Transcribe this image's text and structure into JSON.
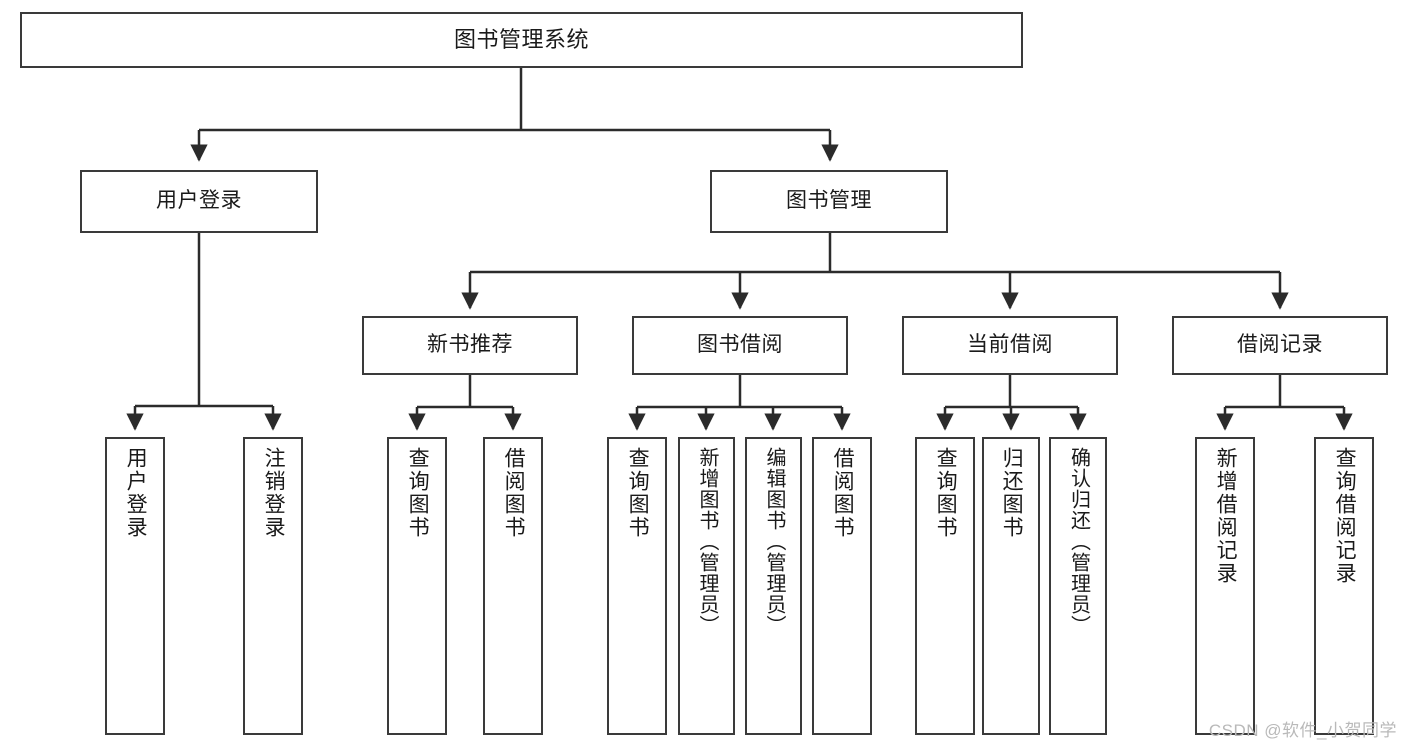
{
  "diagram": {
    "title": "图书管理系统",
    "type": "tree",
    "watermark": "CSDN @软件_小贺同学",
    "colors": {
      "box_border": "#3a3a3a",
      "box_fill": "#ffffff",
      "connector": "#2b2b2b",
      "text": "#1a1a1a",
      "watermark": "#b9b9b9"
    },
    "nodes": {
      "root": {
        "label": "图书管理系统",
        "level": 0
      },
      "user_login": {
        "label": "用户登录",
        "level": 1
      },
      "book_manage": {
        "label": "图书管理",
        "level": 1
      },
      "new_book_rec": {
        "label": "新书推荐",
        "level": 2
      },
      "book_borrow": {
        "label": "图书借阅",
        "level": 2
      },
      "current_borrow": {
        "label": "当前借阅",
        "level": 2
      },
      "borrow_record": {
        "label": "借阅记录",
        "level": 2
      },
      "leaf_user_login": {
        "label": "用户登录",
        "level": 3
      },
      "leaf_logout": {
        "label": "注销登录",
        "level": 3
      },
      "leaf_query_book_1": {
        "label": "查询图书",
        "level": 3
      },
      "leaf_borrow_book_1": {
        "label": "借阅图书",
        "level": 3
      },
      "leaf_query_book_2": {
        "label": "查询图书",
        "level": 3
      },
      "leaf_add_book": {
        "label": "新增图书（管理员）",
        "level": 3
      },
      "leaf_edit_book": {
        "label": "编辑图书（管理员）",
        "level": 3
      },
      "leaf_borrow_book_2": {
        "label": "借阅图书",
        "level": 3
      },
      "leaf_query_book_3": {
        "label": "查询图书",
        "level": 3
      },
      "leaf_return_book": {
        "label": "归还图书",
        "level": 3
      },
      "leaf_confirm_return": {
        "label": "确认归还（管理员）",
        "level": 3
      },
      "leaf_add_record": {
        "label": "新增借阅记录",
        "level": 3
      },
      "leaf_query_record": {
        "label": "查询借阅记录",
        "level": 3
      }
    },
    "edges": [
      {
        "from": "root",
        "to": "user_login"
      },
      {
        "from": "root",
        "to": "book_manage"
      },
      {
        "from": "user_login",
        "to": "leaf_user_login"
      },
      {
        "from": "user_login",
        "to": "leaf_logout"
      },
      {
        "from": "book_manage",
        "to": "new_book_rec"
      },
      {
        "from": "book_manage",
        "to": "book_borrow"
      },
      {
        "from": "book_manage",
        "to": "current_borrow"
      },
      {
        "from": "book_manage",
        "to": "borrow_record"
      },
      {
        "from": "new_book_rec",
        "to": "leaf_query_book_1"
      },
      {
        "from": "new_book_rec",
        "to": "leaf_borrow_book_1"
      },
      {
        "from": "book_borrow",
        "to": "leaf_query_book_2"
      },
      {
        "from": "book_borrow",
        "to": "leaf_add_book"
      },
      {
        "from": "book_borrow",
        "to": "leaf_edit_book"
      },
      {
        "from": "book_borrow",
        "to": "leaf_borrow_book_2"
      },
      {
        "from": "current_borrow",
        "to": "leaf_query_book_3"
      },
      {
        "from": "current_borrow",
        "to": "leaf_return_book"
      },
      {
        "from": "current_borrow",
        "to": "leaf_confirm_return"
      },
      {
        "from": "borrow_record",
        "to": "leaf_add_record"
      },
      {
        "from": "borrow_record",
        "to": "leaf_query_record"
      }
    ]
  }
}
